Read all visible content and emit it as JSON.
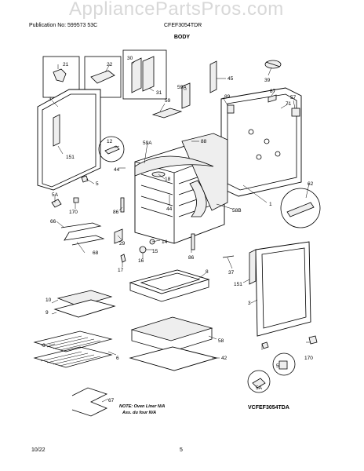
{
  "header": {
    "publication": "Publication No: 599573 53C",
    "model_code": "CFEF3054TDR",
    "watermark": "AppliancePartsPros.com"
  },
  "title": "BODY",
  "footer": {
    "date": "10/22",
    "page": "5"
  },
  "diagram_id": "VCFEF3054TDA",
  "note": {
    "line1": "NOTE: Oven Liner N/A",
    "line2": "Ass. du four N/A"
  },
  "callouts": {
    "c21": "21",
    "c22": "22",
    "c30": "30",
    "c31": "31",
    "c45": "45",
    "c39": "39",
    "c3a": "3",
    "c59": "59",
    "c59A": "59A",
    "c89": "89",
    "c87": "87",
    "c71": "71",
    "c57": "57",
    "c151a": "151",
    "c12": "12",
    "c59A2": "59A",
    "c88": "88",
    "c44a": "44",
    "c18": "18",
    "c5a": "5",
    "c5A": "5A",
    "c170a": "170",
    "c86a": "86",
    "c44b": "44",
    "c58B": "58B",
    "c1": "1",
    "c62": "62",
    "c66": "66",
    "c68": "68",
    "c29": "29",
    "c14": "14",
    "c15": "15",
    "c16": "16",
    "c17": "17",
    "c86b": "86",
    "c37": "37",
    "c151b": "151",
    "c8": "8",
    "c10": "10",
    "c9": "9",
    "c3b": "3",
    "c58": "58",
    "c6": "6",
    "c42": "42",
    "c67": "67",
    "c5Ab": "5A",
    "c5b": "5",
    "c170b": "170"
  }
}
